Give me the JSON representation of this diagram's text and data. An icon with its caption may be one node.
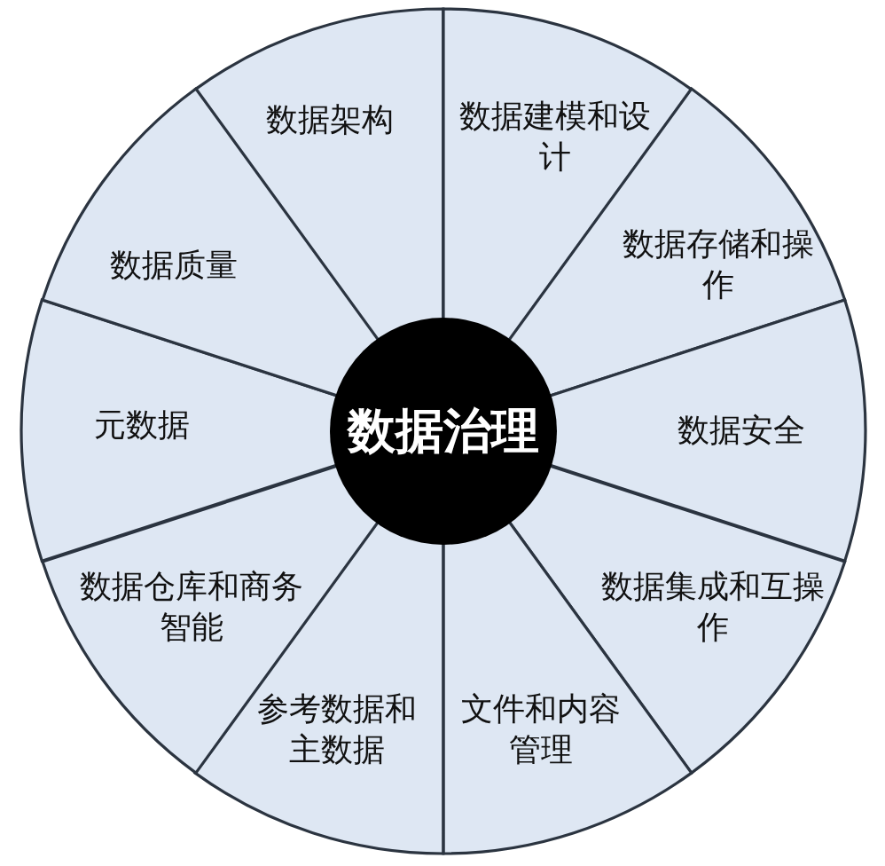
{
  "diagram": {
    "nodes": [
      {
        "text": [
          "数据治理"
        ]
      },
      {
        "text": [
          "数据架构"
        ]
      },
      {
        "text": [
          "数据建模和设计"
        ]
      },
      {
        "text": [
          "数据存储和操作"
        ]
      },
      {
        "text": [
          "数据安全"
        ]
      },
      {
        "text": [
          "数据集成和互操作"
        ]
      },
      {
        "text": [
          "文件和内容管理"
        ]
      },
      {
        "text": [
          "参考数据和主数据"
        ]
      },
      {
        "text": [
          "数据仓库和商务智能"
        ]
      },
      {
        "text": [
          "元数据"
        ]
      },
      {
        "text": [
          "数据质量"
        ]
      }
    ]
  }
}
